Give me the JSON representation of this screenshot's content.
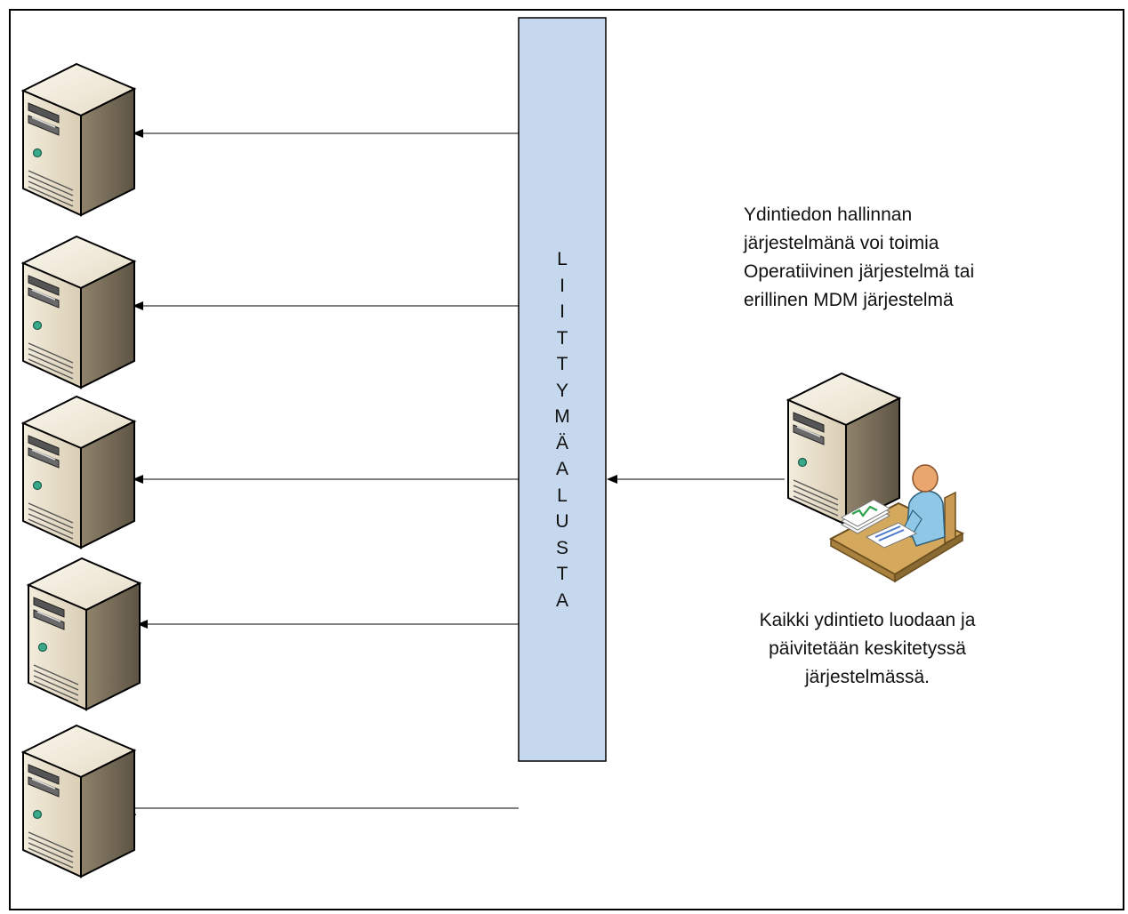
{
  "platform": {
    "letters": [
      "L",
      "I",
      "I",
      "T",
      "T",
      "Y",
      "M",
      "Ä",
      "A",
      "L",
      "U",
      "S",
      "T",
      "A"
    ],
    "fill_color": "#c5d8ee"
  },
  "note_top": {
    "lines": [
      "Ydintiedon hallinnan",
      "järjestelmänä voi toimia",
      "Operatiivinen järjestelmä tai",
      "erillinen MDM järjestelmä"
    ]
  },
  "note_bottom": {
    "lines": [
      "Kaikki ydintieto luodaan ja",
      "päivitetään keskitetyssä",
      "järjestelmässä."
    ]
  },
  "icons": {
    "client": "server-icon",
    "master": "server-icon",
    "user": "person-at-desk-icon"
  }
}
